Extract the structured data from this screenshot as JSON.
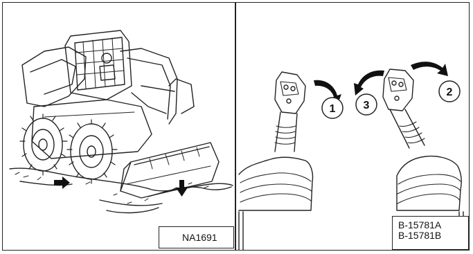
{
  "figure": {
    "left_panel": {
      "code": "NA1691"
    },
    "right_panel": {
      "codes": [
        "B-15781A",
        "B-15781B"
      ],
      "steps": [
        "1",
        "2",
        "3"
      ]
    }
  },
  "colors": {
    "line": "#222222",
    "background": "#ffffff",
    "shade": "#cfcfcf"
  },
  "icons": [
    "down-arrow-icon",
    "right-arrow-icon",
    "curved-arrow-icon"
  ]
}
